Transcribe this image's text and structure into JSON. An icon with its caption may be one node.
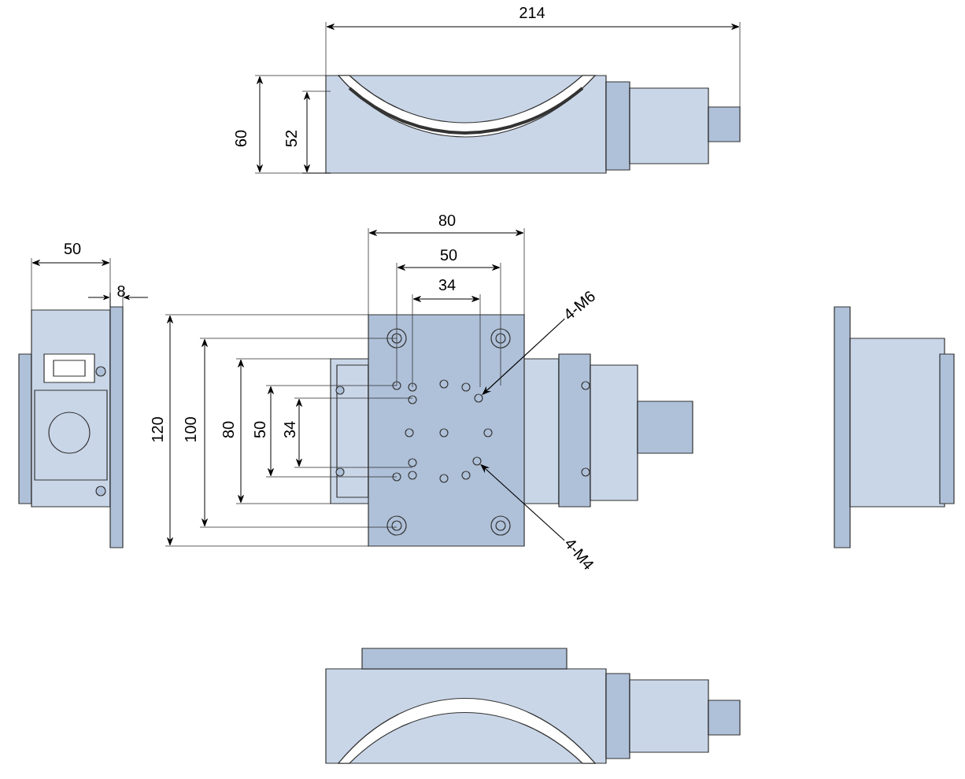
{
  "diagram": {
    "nodes": [
      {
        "text": [
          "4-M6"
        ]
      },
      {
        "text": [],
        "shape": "circle"
      },
      {
        "text": [
          "4-M4"
        ]
      },
      {
        "text": [],
        "shape": "circle"
      }
    ],
    "edges": [
      {
        "from": 0,
        "to": 1,
        "arrow": "to"
      },
      {
        "from": 2,
        "to": 3,
        "arrow": "to"
      }
    ],
    "labels": [
      "214",
      "60",
      "52",
      "80",
      "50",
      "50",
      "34",
      "8",
      "120",
      "100",
      "80",
      "50",
      "34"
    ]
  }
}
